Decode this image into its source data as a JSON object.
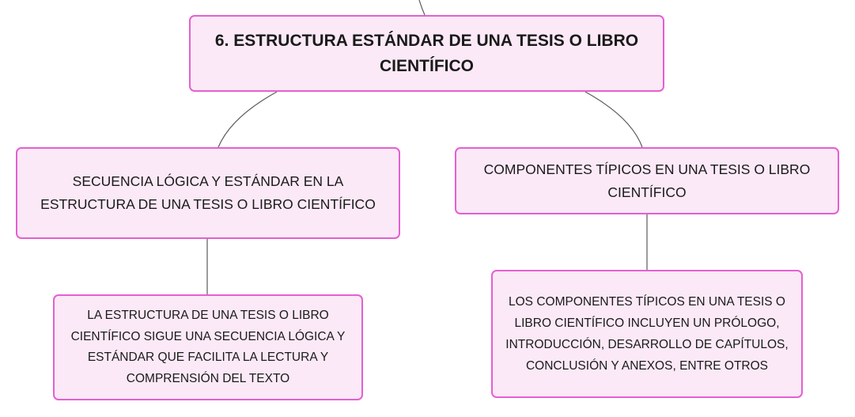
{
  "mindmap": {
    "root": {
      "text": "6. ESTRUCTURA ESTÁNDAR DE UNA TESIS O LIBRO CIENTÍFICO"
    },
    "branches": [
      {
        "text": "SECUENCIA LÓGICA Y ESTÁNDAR EN LA ESTRUCTURA DE UNA TESIS O LIBRO CIENTÍFICO",
        "child": {
          "text": "LA ESTRUCTURA DE UNA TESIS O LIBRO CIENTÍFICO SIGUE UNA SECUENCIA LÓGICA Y ESTÁNDAR QUE FACILITA LA LECTURA Y COMPRENSIÓN DEL TEXTO"
        }
      },
      {
        "text": "COMPONENTES TÍPICOS EN UNA TESIS O LIBRO CIENTÍFICO",
        "child": {
          "text": "LOS COMPONENTES TÍPICOS EN UNA TESIS O LIBRO CIENTÍFICO INCLUYEN UN PRÓLOGO, INTRODUCCIÓN, DESARROLLO DE CAPÍTULOS, CONCLUSIÓN Y ANEXOS, ENTRE OTROS"
        }
      }
    ]
  },
  "colors": {
    "node_fill": "#fbe9f7",
    "node_border": "#e55fd2",
    "connector": "#5a5a5a"
  }
}
